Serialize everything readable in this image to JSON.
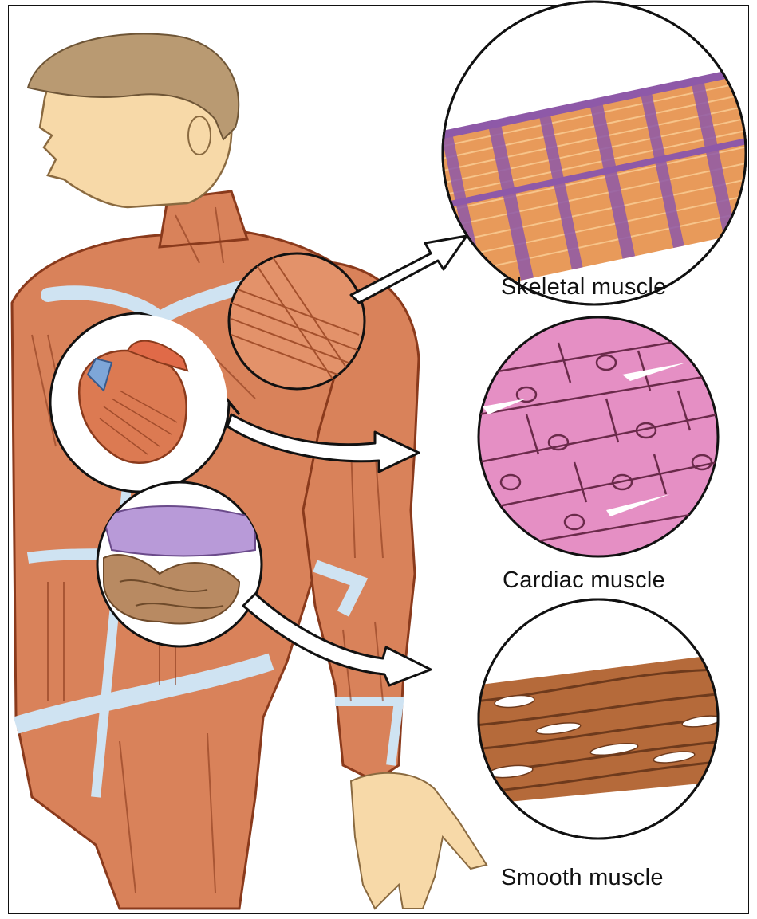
{
  "labels": {
    "skeletal": "Skeletal muscle",
    "cardiac": "Cardiac muscle",
    "smooth": "Smooth muscle"
  },
  "colors": {
    "muscle": "#d9825a",
    "muscle_dark": "#8a3a1c",
    "tendon": "#cfe3f2",
    "skin": "#f7d9a8",
    "hair": "#b99a72",
    "skeletal_stripe": "#8e59a8",
    "cardiac_fill": "#e58fc4",
    "smooth_fill": "#b56a3a",
    "heart_blue": "#7ea6d8",
    "stomach_purple": "#b89ad8",
    "intestine_tan": "#b88a62"
  },
  "icons": [
    "arrow-right-icon"
  ]
}
